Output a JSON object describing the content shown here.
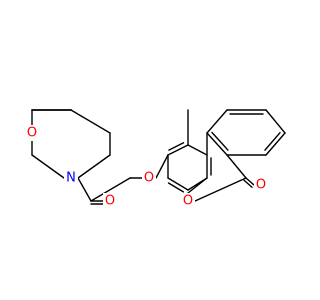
{
  "molecule": {
    "atom_labels": {
      "o_ring_ether": "O",
      "o_ether_linker": "O",
      "o_carbonyl_amide": "O",
      "n_morpholine": "N",
      "o_lactone_ring": "O",
      "o_lactone_carbonyl": "O"
    },
    "colors": {
      "bond": "#000000",
      "oxygen": "#ff0000",
      "nitrogen": "#0000ff",
      "background": "#ffffff"
    }
  }
}
